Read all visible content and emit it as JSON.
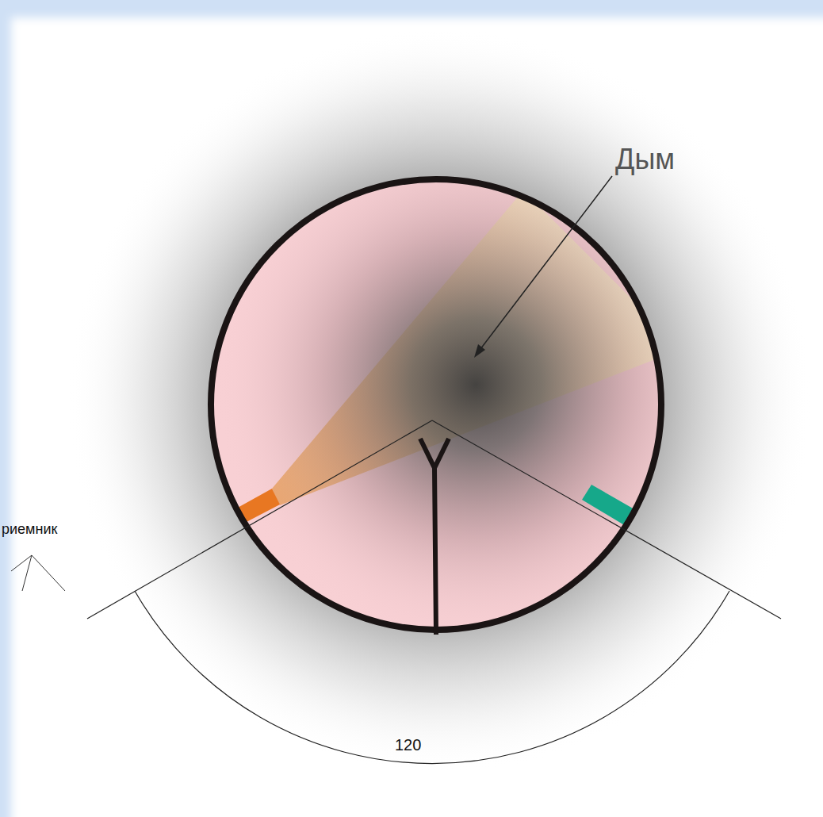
{
  "diagram": {
    "labels": [
      "Дым",
      "риемник",
      "120"
    ]
  }
}
